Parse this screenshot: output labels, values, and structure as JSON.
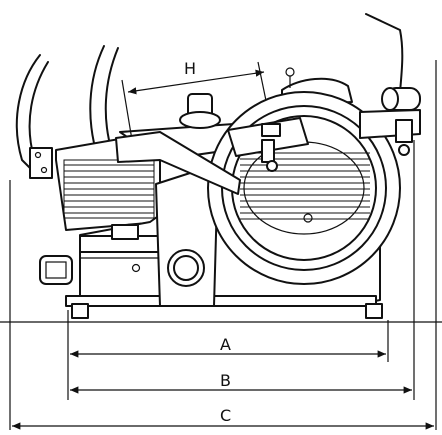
{
  "dimensions": {
    "H": "H",
    "A": "A",
    "B": "B",
    "C": "C"
  },
  "colors": {
    "line": "#111111",
    "background": "#ffffff"
  }
}
